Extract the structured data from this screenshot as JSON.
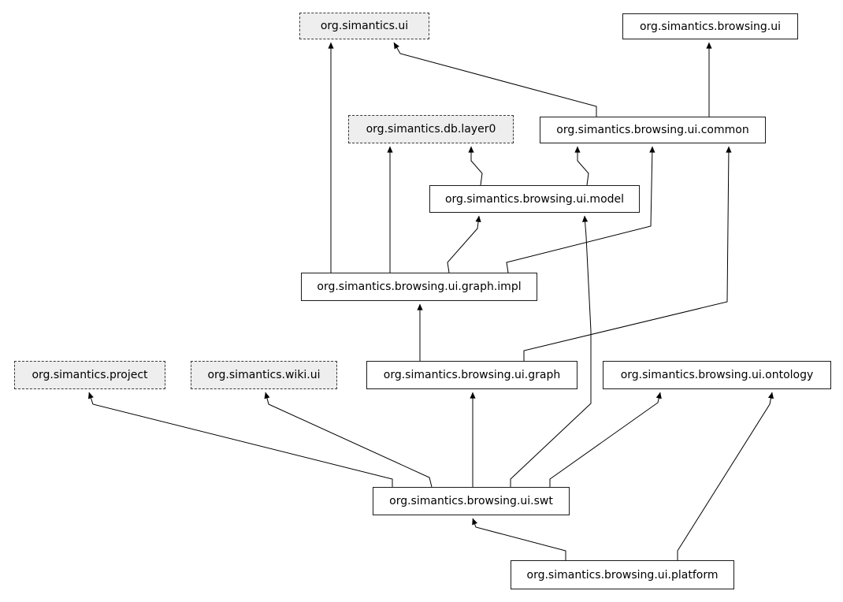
{
  "diagram": {
    "type": "dependency-graph",
    "colors": {
      "background": "#ffffff",
      "edge": "#000000",
      "node_border": "#1a1a1a",
      "solid_node_fill": "#ffffff",
      "dashed_node_fill": "#eeeeee"
    },
    "nodes": [
      {
        "id": "org.simantics.ui",
        "label": "org.simantics.ui",
        "style": "dashed"
      },
      {
        "id": "org.simantics.browsing.ui",
        "label": "org.simantics.browsing.ui",
        "style": "solid"
      },
      {
        "id": "org.simantics.db.layer0",
        "label": "org.simantics.db.layer0",
        "style": "dashed"
      },
      {
        "id": "org.simantics.browsing.ui.common",
        "label": "org.simantics.browsing.ui.common",
        "style": "solid"
      },
      {
        "id": "org.simantics.browsing.ui.model",
        "label": "org.simantics.browsing.ui.model",
        "style": "solid"
      },
      {
        "id": "org.simantics.browsing.ui.graph.impl",
        "label": "org.simantics.browsing.ui.graph.impl",
        "style": "solid"
      },
      {
        "id": "org.simantics.project",
        "label": "org.simantics.project",
        "style": "dashed"
      },
      {
        "id": "org.simantics.wiki.ui",
        "label": "org.simantics.wiki.ui",
        "style": "dashed"
      },
      {
        "id": "org.simantics.browsing.ui.graph",
        "label": "org.simantics.browsing.ui.graph",
        "style": "solid"
      },
      {
        "id": "org.simantics.browsing.ui.ontology",
        "label": "org.simantics.browsing.ui.ontology",
        "style": "solid"
      },
      {
        "id": "org.simantics.browsing.ui.swt",
        "label": "org.simantics.browsing.ui.swt",
        "style": "solid"
      },
      {
        "id": "org.simantics.browsing.ui.platform",
        "label": "org.simantics.browsing.ui.platform",
        "style": "solid"
      }
    ],
    "edges": [
      {
        "from": "org.simantics.browsing.ui.graph.impl",
        "to": "org.simantics.ui"
      },
      {
        "from": "org.simantics.browsing.ui.common",
        "to": "org.simantics.ui"
      },
      {
        "from": "org.simantics.browsing.ui.common",
        "to": "org.simantics.browsing.ui"
      },
      {
        "from": "org.simantics.browsing.ui.model",
        "to": "org.simantics.db.layer0"
      },
      {
        "from": "org.simantics.browsing.ui.graph.impl",
        "to": "org.simantics.db.layer0"
      },
      {
        "from": "org.simantics.browsing.ui.model",
        "to": "org.simantics.browsing.ui.common"
      },
      {
        "from": "org.simantics.browsing.ui.graph.impl",
        "to": "org.simantics.browsing.ui.model"
      },
      {
        "from": "org.simantics.browsing.ui.graph.impl",
        "to": "org.simantics.browsing.ui.common"
      },
      {
        "from": "org.simantics.browsing.ui.graph",
        "to": "org.simantics.browsing.ui.graph.impl"
      },
      {
        "from": "org.simantics.browsing.ui.graph",
        "to": "org.simantics.browsing.ui.common"
      },
      {
        "from": "org.simantics.browsing.ui.swt",
        "to": "org.simantics.browsing.ui.model"
      },
      {
        "from": "org.simantics.browsing.ui.swt",
        "to": "org.simantics.project"
      },
      {
        "from": "org.simantics.browsing.ui.swt",
        "to": "org.simantics.wiki.ui"
      },
      {
        "from": "org.simantics.browsing.ui.swt",
        "to": "org.simantics.browsing.ui.graph"
      },
      {
        "from": "org.simantics.browsing.ui.swt",
        "to": "org.simantics.browsing.ui.ontology"
      },
      {
        "from": "org.simantics.browsing.ui.platform",
        "to": "org.simantics.browsing.ui.swt"
      },
      {
        "from": "org.simantics.browsing.ui.platform",
        "to": "org.simantics.browsing.ui.ontology"
      }
    ]
  }
}
